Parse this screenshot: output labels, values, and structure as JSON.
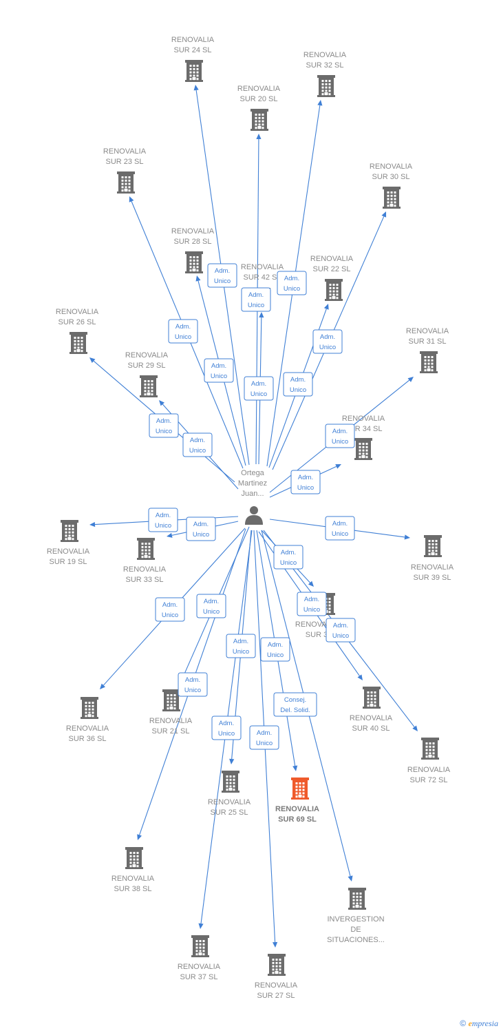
{
  "colors": {
    "edge": "#3f7fd5",
    "building": "#6b6b6b",
    "building_highlight": "#ef5a2b",
    "text": "#8a8a8a",
    "person": "#6b6b6b"
  },
  "center": {
    "label": [
      "Ortega",
      "Martinez",
      "Juan..."
    ],
    "icon": "person-icon"
  },
  "nodes": [
    {
      "id": "sur24",
      "label": [
        "RENOVALIA",
        "SUR 24  SL"
      ],
      "icon": "building-icon"
    },
    {
      "id": "sur32",
      "label": [
        "RENOVALIA",
        "SUR 32  SL"
      ],
      "icon": "building-icon"
    },
    {
      "id": "sur20",
      "label": [
        "RENOVALIA",
        "SUR 20  SL"
      ],
      "icon": "building-icon"
    },
    {
      "id": "sur23",
      "label": [
        "RENOVALIA",
        "SUR 23  SL"
      ],
      "icon": "building-icon"
    },
    {
      "id": "sur30",
      "label": [
        "RENOVALIA",
        "SUR 30  SL"
      ],
      "icon": "building-icon"
    },
    {
      "id": "sur28",
      "label": [
        "RENOVALIA",
        "SUR 28  SL"
      ],
      "icon": "building-icon"
    },
    {
      "id": "sur42",
      "label": [
        "RENOVALIA",
        "SUR 42  SL"
      ],
      "icon": "building-icon"
    },
    {
      "id": "sur22",
      "label": [
        "RENOVALIA",
        "SUR 22  SL"
      ],
      "icon": "building-icon"
    },
    {
      "id": "sur26",
      "label": [
        "RENOVALIA",
        "SUR 26  SL"
      ],
      "icon": "building-icon"
    },
    {
      "id": "sur29",
      "label": [
        "RENOVALIA",
        "SUR 29  SL"
      ],
      "icon": "building-icon"
    },
    {
      "id": "sur31",
      "label": [
        "RENOVALIA",
        "SUR 31  SL"
      ],
      "icon": "building-icon"
    },
    {
      "id": "sur34",
      "label": [
        "RENOVALIA",
        "SUR 34  SL"
      ],
      "icon": "building-icon"
    },
    {
      "id": "sur19",
      "label": [
        "RENOVALIA",
        "SUR 19  SL"
      ],
      "icon": "building-icon"
    },
    {
      "id": "sur33",
      "label": [
        "RENOVALIA",
        "SUR 33  SL"
      ],
      "icon": "building-icon"
    },
    {
      "id": "sur39",
      "label": [
        "RENOVALIA",
        "SUR 39  SL"
      ],
      "icon": "building-icon"
    },
    {
      "id": "sur3x",
      "label": [
        "RENOVALIA",
        "SUR 3"
      ],
      "icon": "building-icon"
    },
    {
      "id": "sur36",
      "label": [
        "RENOVALIA",
        "SUR 36  SL"
      ],
      "icon": "building-icon"
    },
    {
      "id": "sur21",
      "label": [
        "RENOVALIA",
        "SUR 21  SL"
      ],
      "icon": "building-icon"
    },
    {
      "id": "sur40",
      "label": [
        "RENOVALIA",
        "SUR 40  SL"
      ],
      "icon": "building-icon"
    },
    {
      "id": "sur72",
      "label": [
        "RENOVALIA",
        "SUR 72  SL"
      ],
      "icon": "building-icon"
    },
    {
      "id": "sur25",
      "label": [
        "RENOVALIA",
        "SUR 25  SL"
      ],
      "icon": "building-icon"
    },
    {
      "id": "sur69",
      "label": [
        "RENOVALIA",
        "SUR 69  SL"
      ],
      "icon": "building-icon",
      "highlight": true
    },
    {
      "id": "sur38",
      "label": [
        "RENOVALIA",
        "SUR 38  SL"
      ],
      "icon": "building-icon"
    },
    {
      "id": "invergestion",
      "label": [
        "INVERGESTION",
        "DE",
        "SITUACIONES..."
      ],
      "icon": "building-icon"
    },
    {
      "id": "sur37",
      "label": [
        "RENOVALIA",
        "SUR 37  SL"
      ],
      "icon": "building-icon"
    },
    {
      "id": "sur27",
      "label": [
        "RENOVALIA",
        "SUR 27  SL"
      ],
      "icon": "building-icon"
    }
  ],
  "edges": [
    {
      "to": "sur24",
      "role": [
        "Adm.",
        "Unico"
      ]
    },
    {
      "to": "sur32",
      "role": [
        "Adm.",
        "Unico"
      ]
    },
    {
      "to": "sur20",
      "role": [
        "Adm.",
        "Unico"
      ]
    },
    {
      "to": "sur23",
      "role": [
        "Adm.",
        "Unico"
      ]
    },
    {
      "to": "sur30",
      "role": [
        "Adm.",
        "Unico"
      ]
    },
    {
      "to": "sur28",
      "role": [
        "Adm.",
        "Unico"
      ]
    },
    {
      "to": "sur42",
      "role": [
        "Adm.",
        "Unico"
      ]
    },
    {
      "to": "sur22",
      "role": [
        "Adm.",
        "Unico"
      ]
    },
    {
      "to": "sur26",
      "role": [
        "Adm.",
        "Unico"
      ]
    },
    {
      "to": "sur29",
      "role": [
        "Adm.",
        "Unico"
      ]
    },
    {
      "to": "sur31",
      "role": [
        "Adm.",
        "Unico"
      ]
    },
    {
      "to": "sur34",
      "role": [
        "Adm.",
        "Unico"
      ]
    },
    {
      "to": "sur19",
      "role": [
        "Adm.",
        "Unico"
      ]
    },
    {
      "to": "sur33",
      "role": [
        "Adm.",
        "Unico"
      ]
    },
    {
      "to": "sur39",
      "role": [
        "Adm.",
        "Unico"
      ]
    },
    {
      "to": "sur3x",
      "role": [
        "Adm.",
        "Unico"
      ]
    },
    {
      "to": "sur36",
      "role": [
        "Adm.",
        "Unico"
      ]
    },
    {
      "to": "sur21",
      "role": [
        "Adm.",
        "Unico"
      ]
    },
    {
      "to": "sur40",
      "role": [
        "Adm.",
        "Unico"
      ]
    },
    {
      "to": "sur72",
      "role": [
        "Adm.",
        "Unico"
      ]
    },
    {
      "to": "sur25",
      "role": [
        "Adm.",
        "Unico"
      ]
    },
    {
      "to": "sur69",
      "role": [
        "Consej.",
        "Del. Solid."
      ]
    },
    {
      "to": "sur38",
      "role": [
        "Adm.",
        "Unico"
      ]
    },
    {
      "to": "invergestion",
      "role": [
        "Adm.",
        "Unico"
      ]
    },
    {
      "to": "sur37",
      "role": [
        "Adm.",
        "Unico"
      ]
    },
    {
      "to": "sur27",
      "role": [
        "Adm.",
        "Unico"
      ]
    }
  ],
  "footer": {
    "copyright": "©",
    "brand_initial": "e",
    "brand_rest": "mpresia"
  }
}
